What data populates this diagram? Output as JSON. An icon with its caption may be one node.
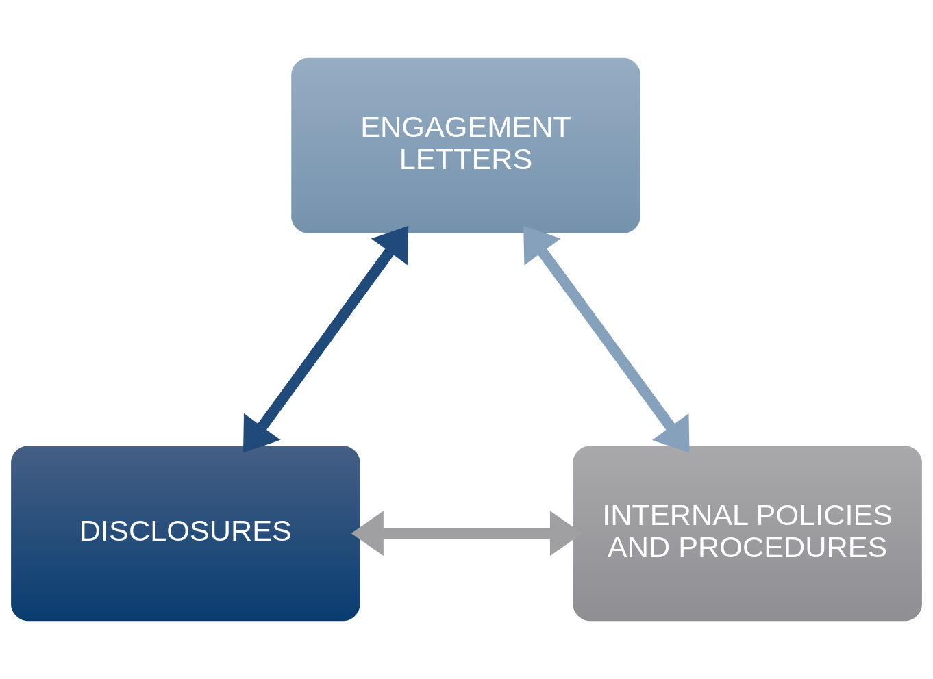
{
  "diagram": {
    "nodes": [
      {
        "text": [
          "ENGAGEMENT LETTERS"
        ]
      },
      {
        "text": [
          "DISCLOSURES"
        ]
      },
      {
        "text": [
          "INTERNAL POLICIES AND PROCEDURES"
        ]
      }
    ],
    "edges": [
      {
        "from": 0,
        "to": 1,
        "arrow": "both",
        "color": "#1f4a7a"
      },
      {
        "from": 0,
        "to": 2,
        "arrow": "both",
        "color": "#86a1bb"
      },
      {
        "from": 1,
        "to": 2,
        "arrow": "both",
        "color": "#a0a0a3"
      }
    ]
  }
}
